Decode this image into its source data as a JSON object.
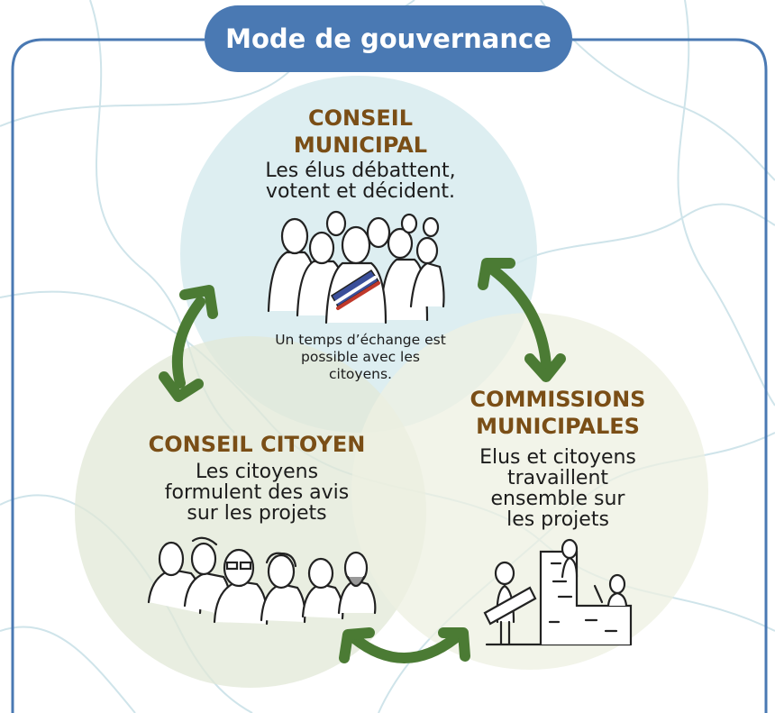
{
  "title": "Mode de gouvernance",
  "colors": {
    "title_bg": "#4a79b3",
    "frame": "#4a79b3",
    "heading": "#7a4e16",
    "arrow": "#4b7b34",
    "circle_top": "#d7ebee",
    "circle_left": "#e1e8d7",
    "circle_right": "#edf0e1"
  },
  "conseil_municipal": {
    "heading_line1": "CONSEIL",
    "heading_line2": "MUNICIPAL",
    "text_line1": "Les élus débattent,",
    "text_line2": "votent et décident.",
    "note_line1": "Un temps d’échange est",
    "note_line2": "possible avec les",
    "note_line3": "citoyens."
  },
  "commissions": {
    "heading_line1": "COMMISSIONS",
    "heading_line2": "MUNICIPALES",
    "text_line1": "Elus et citoyens",
    "text_line2": "travaillent",
    "text_line3": "ensemble sur",
    "text_line4": "les projets"
  },
  "conseil_citoyen": {
    "heading": "CONSEIL CITOYEN",
    "text_line1": "Les citoyens",
    "text_line2": "formulent des avis",
    "text_line3": "sur les projets"
  },
  "icons": [
    "crowd-of-elected-officials-icon",
    "citizens-group-icon",
    "builders-working-icon",
    "double-arrow-icon"
  ]
}
